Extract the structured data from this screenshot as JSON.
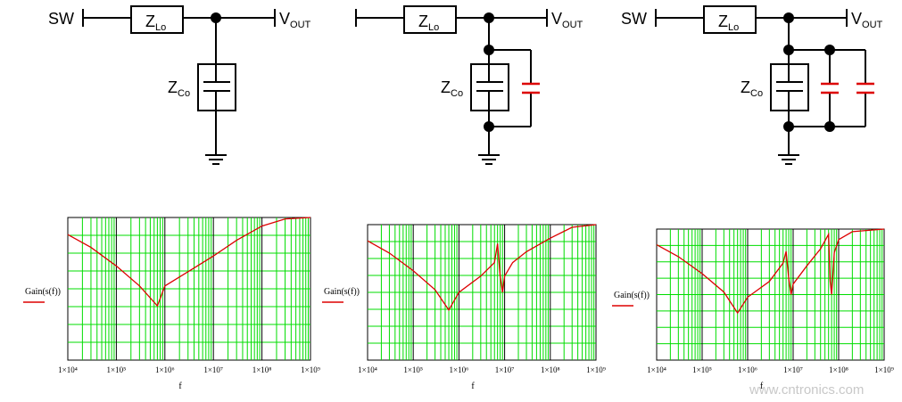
{
  "circuits": [
    {
      "sw": "SW",
      "zl": "Z",
      "zl_sub": "Lo",
      "vout": "V",
      "vout_sub": "OUT",
      "zc": "Z",
      "zc_sub": "Co",
      "extra_caps": 0
    },
    {
      "sw": "",
      "zl": "Z",
      "zl_sub": "Lo",
      "vout": "V",
      "vout_sub": "OUT",
      "zc": "Z",
      "zc_sub": "Co",
      "extra_caps": 1
    },
    {
      "sw": "SW",
      "zl": "Z",
      "zl_sub": "Lo",
      "vout": "V",
      "vout_sub": "OUT",
      "zc": "Z",
      "zc_sub": "Co",
      "extra_caps": 2
    }
  ],
  "colors": {
    "grid": "#00dd00",
    "curve": "#dd0000",
    "extra_cap": "#dd0000",
    "wire": "#000000"
  },
  "chart_data": [
    {
      "type": "line",
      "xscale": "log",
      "x_ticks": [
        "1×10⁴",
        "1×10⁵",
        "1×10⁶",
        "1×10⁷",
        "1×10⁸",
        "1×10⁹"
      ],
      "xlabel": "f",
      "ylabel": "Gain(s(f))",
      "grid": true,
      "series": [
        {
          "x": [
            10000,
            30000,
            100000,
            300000,
            700000,
            1000000,
            3000000,
            10000000,
            30000000,
            100000000,
            300000000,
            1000000000
          ],
          "y": [
            0.88,
            0.79,
            0.66,
            0.52,
            0.38,
            0.52,
            0.62,
            0.73,
            0.84,
            0.94,
            0.99,
            1.0
          ]
        }
      ]
    },
    {
      "type": "line",
      "xscale": "log",
      "x_ticks": [
        "1×10⁴",
        "1×10⁵",
        "1×10⁶",
        "1×10⁷",
        "1×10⁸",
        "1×10⁹"
      ],
      "xlabel": "f",
      "ylabel": "Gain(s(f))",
      "grid": true,
      "series": [
        {
          "x": [
            10000,
            30000,
            100000,
            300000,
            600000,
            1000000,
            3000000,
            6000000,
            7000000,
            8000000,
            9000000,
            10000000,
            15000000,
            30000000,
            100000000,
            300000000,
            1000000000
          ],
          "y": [
            0.88,
            0.79,
            0.66,
            0.52,
            0.37,
            0.5,
            0.62,
            0.72,
            0.86,
            0.62,
            0.5,
            0.62,
            0.72,
            0.8,
            0.9,
            0.98,
            1.0
          ]
        }
      ]
    },
    {
      "type": "line",
      "xscale": "log",
      "x_ticks": [
        "1×10⁴",
        "1×10⁵",
        "1×10⁶",
        "1×10⁷",
        "1×10⁸",
        "1×10⁹"
      ],
      "xlabel": "f",
      "ylabel": "Gain(s(f))",
      "grid": true,
      "series": [
        {
          "x": [
            10000,
            30000,
            100000,
            300000,
            600000,
            1000000,
            3000000,
            6000000,
            7000000,
            8000000,
            9000000,
            10000000,
            20000000,
            40000000,
            60000000,
            65000000,
            70000000,
            80000000,
            100000000,
            200000000,
            1000000000
          ],
          "y": [
            0.88,
            0.79,
            0.66,
            0.52,
            0.36,
            0.48,
            0.6,
            0.74,
            0.83,
            0.62,
            0.5,
            0.58,
            0.72,
            0.85,
            0.96,
            0.6,
            0.5,
            0.82,
            0.92,
            0.98,
            1.0
          ]
        }
      ]
    }
  ],
  "watermark": "www.cntronics.com"
}
